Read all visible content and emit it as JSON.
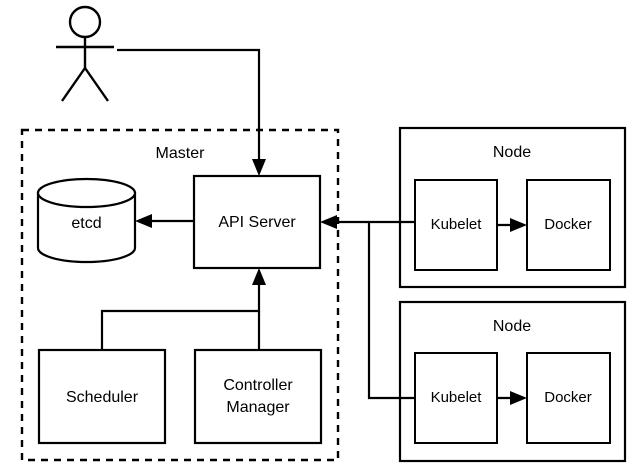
{
  "diagram": {
    "type": "architecture-diagram",
    "title": "Kubernetes cluster architecture",
    "background_color": "#ffffff",
    "stroke_color": "#000000",
    "actor": {
      "name": "user-actor",
      "label": ""
    },
    "boundaries": [
      {
        "id": "master",
        "label": "Master",
        "style": "dashed"
      }
    ],
    "nodes": [
      {
        "id": "api-server",
        "label": "API Server",
        "shape": "rectangle",
        "parent": "master"
      },
      {
        "id": "etcd",
        "label": "etcd",
        "shape": "cylinder",
        "parent": "master"
      },
      {
        "id": "scheduler",
        "label": "Scheduler",
        "shape": "rectangle",
        "parent": "master"
      },
      {
        "id": "controller-manager",
        "label": "Controller\nManager",
        "label_line1": "Controller",
        "label_line2": "Manager",
        "shape": "rectangle",
        "parent": "master"
      },
      {
        "id": "node-1",
        "label": "Node",
        "shape": "rectangle",
        "parent": null
      },
      {
        "id": "node-1-kubelet",
        "label": "Kubelet",
        "shape": "rectangle",
        "parent": "node-1"
      },
      {
        "id": "node-1-docker",
        "label": "Docker",
        "shape": "rectangle",
        "parent": "node-1"
      },
      {
        "id": "node-2",
        "label": "Node",
        "shape": "rectangle",
        "parent": null
      },
      {
        "id": "node-2-kubelet",
        "label": "Kubelet",
        "shape": "rectangle",
        "parent": "node-2"
      },
      {
        "id": "node-2-docker",
        "label": "Docker",
        "shape": "rectangle",
        "parent": "node-2"
      }
    ],
    "edges": [
      {
        "from": "user-actor",
        "to": "api-server",
        "arrow": "to",
        "routing": "orthogonal"
      },
      {
        "from": "api-server",
        "to": "etcd",
        "arrow": "to",
        "routing": "straight"
      },
      {
        "from": "controller-manager",
        "to": "api-server",
        "arrow": "to",
        "routing": "orthogonal"
      },
      {
        "from": "scheduler",
        "to": "api-server",
        "arrow": "to",
        "routing": "orthogonal"
      },
      {
        "from": "node-1-kubelet",
        "to": "api-server",
        "arrow": "to",
        "routing": "orthogonal"
      },
      {
        "from": "node-2-kubelet",
        "to": "api-server",
        "arrow": "to",
        "routing": "orthogonal"
      },
      {
        "from": "node-1-kubelet",
        "to": "node-1-docker",
        "arrow": "to",
        "routing": "straight"
      },
      {
        "from": "node-2-kubelet",
        "to": "node-2-docker",
        "arrow": "to",
        "routing": "straight"
      }
    ]
  },
  "labels": {
    "master": "Master",
    "api_server": "API Server",
    "etcd": "etcd",
    "scheduler": "Scheduler",
    "controller_line1": "Controller",
    "controller_line2": "Manager",
    "node_1": "Node",
    "node_2": "Node",
    "kubelet_1": "Kubelet",
    "docker_1": "Docker",
    "kubelet_2": "Kubelet",
    "docker_2": "Docker"
  }
}
